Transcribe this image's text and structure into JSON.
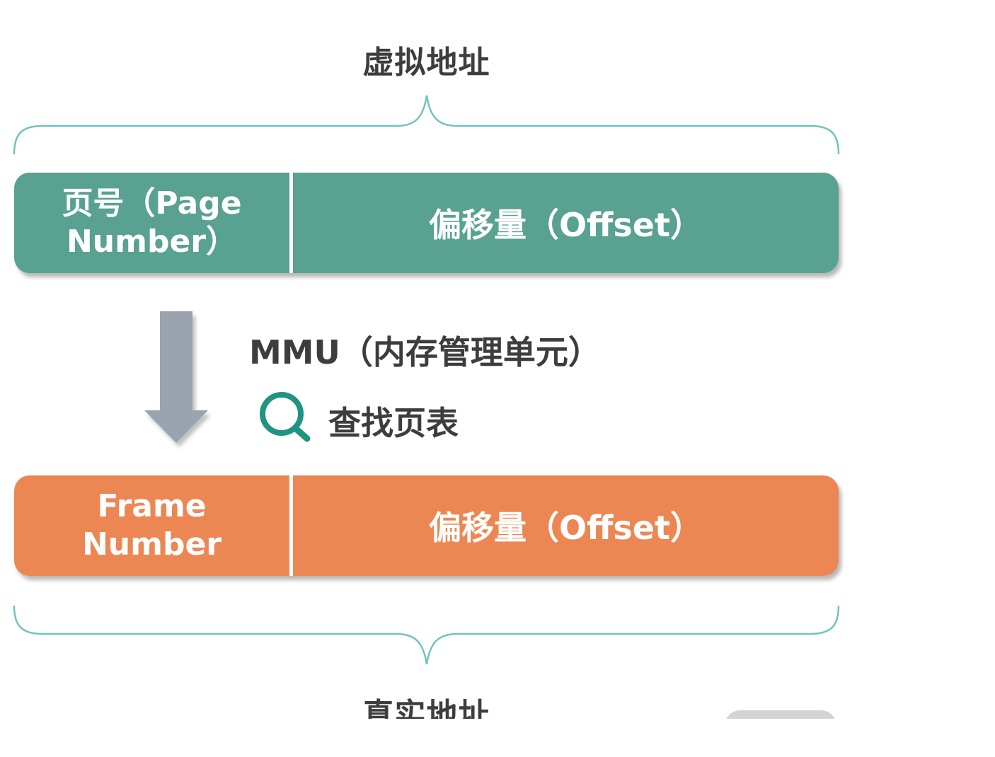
{
  "virtual_address": {
    "title": "虚拟地址",
    "page_number_line1": "页号（Page",
    "page_number_line2": "Number）",
    "offset": "偏移量（Offset）"
  },
  "translation": {
    "mmu_label": "MMU（内存管理单元）",
    "lookup_label": "查找页表",
    "icon": "search-icon"
  },
  "physical_address": {
    "title": "真实地址",
    "frame_number_line1": "Frame",
    "frame_number_line2": "Number",
    "offset": "偏移量（Offset）"
  },
  "colors": {
    "virtual_bar": "#59a191",
    "physical_bar": "#ec8754",
    "brace": "#6fc3bd",
    "arrow": "#9aa3ae",
    "search_icon": "#1f9482",
    "text": "#3d3d3d"
  }
}
